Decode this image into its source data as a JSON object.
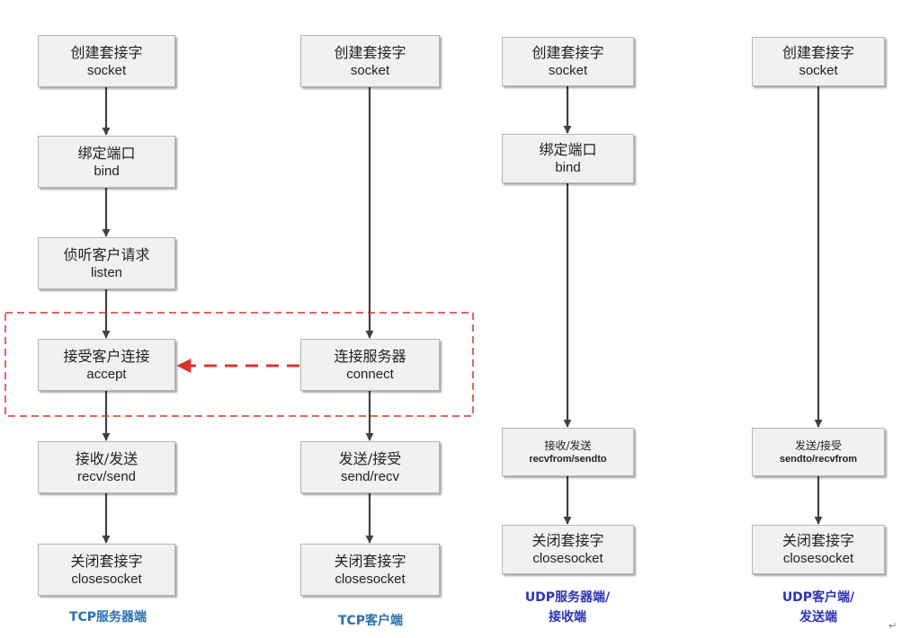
{
  "colors": {
    "tcp_caption": "#2a6fb0",
    "udp_caption": "#2b34b6",
    "highlight": "#d9322f",
    "arrow": "#404040"
  },
  "columns": [
    {
      "id": "tcp-server",
      "caption": "TCP服务器端",
      "caption_lines": [
        "TCP服务器端"
      ],
      "nodes": [
        {
          "cn": "创建套接字",
          "en": "socket"
        },
        {
          "cn": "绑定端口",
          "en": "bind"
        },
        {
          "cn": "侦听客户请求",
          "en": "listen"
        },
        {
          "cn": "接受客户连接",
          "en": "accept"
        },
        {
          "cn": "接收/发送",
          "en": "recv/send"
        },
        {
          "cn": "关闭套接字",
          "en": "closesocket"
        }
      ]
    },
    {
      "id": "tcp-client",
      "caption": "TCP客户端",
      "caption_lines": [
        "TCP客户端"
      ],
      "nodes": [
        {
          "cn": "创建套接字",
          "en": "socket"
        },
        {
          "cn": "连接服务器",
          "en": "connect"
        },
        {
          "cn": "发送/接受",
          "en": "send/recv"
        },
        {
          "cn": "关闭套接字",
          "en": "closesocket"
        }
      ]
    },
    {
      "id": "udp-server",
      "caption": "UDP服务器端/接收端",
      "caption_lines": [
        "UDP服务器端/",
        "接收端"
      ],
      "nodes": [
        {
          "cn": "创建套接字",
          "en": "socket"
        },
        {
          "cn": "绑定端口",
          "en": "bind"
        },
        {
          "cn": "接收/发送",
          "en": "recvfrom/sendto"
        },
        {
          "cn": "关闭套接字",
          "en": "closesocket"
        }
      ]
    },
    {
      "id": "udp-client",
      "caption": "UDP客户端/发送端",
      "caption_lines": [
        "UDP客户端/",
        "发送端"
      ],
      "nodes": [
        {
          "cn": "创建套接字",
          "en": "socket"
        },
        {
          "cn": "发送/接受",
          "en": "sendto/recvfrom"
        },
        {
          "cn": "关闭套接字",
          "en": "closesocket"
        }
      ]
    }
  ],
  "connection": {
    "from": "connect",
    "to": "accept",
    "style": "dashed"
  },
  "return_mark": "↵"
}
